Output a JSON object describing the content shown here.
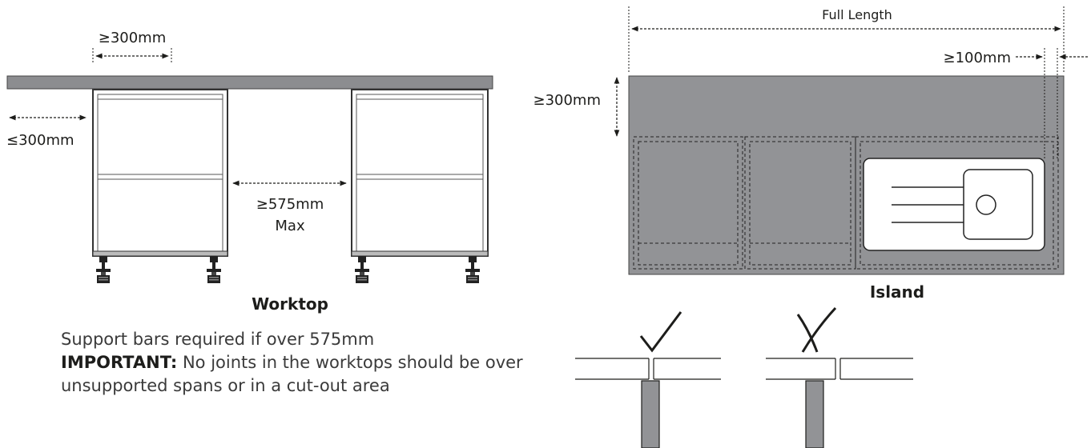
{
  "worktop": {
    "dim_top": "≥300mm",
    "dim_left": "≤300mm",
    "dim_gap": "≥575mm",
    "dim_gap_sub": "Max",
    "caption": "Worktop"
  },
  "island": {
    "dim_full": "Full Length",
    "dim_right": "≥100mm",
    "dim_side": "≥300mm",
    "caption": "Island"
  },
  "notes": {
    "line1": "Support bars required if over 575mm",
    "important_label": "IMPORTANT:",
    "important_text": " No joints in the worktops should be over",
    "line3": "unsupported spans or in a cut-out area"
  },
  "joints": {
    "correct_symbol": "check-mark",
    "incorrect_symbol": "x-mark"
  }
}
